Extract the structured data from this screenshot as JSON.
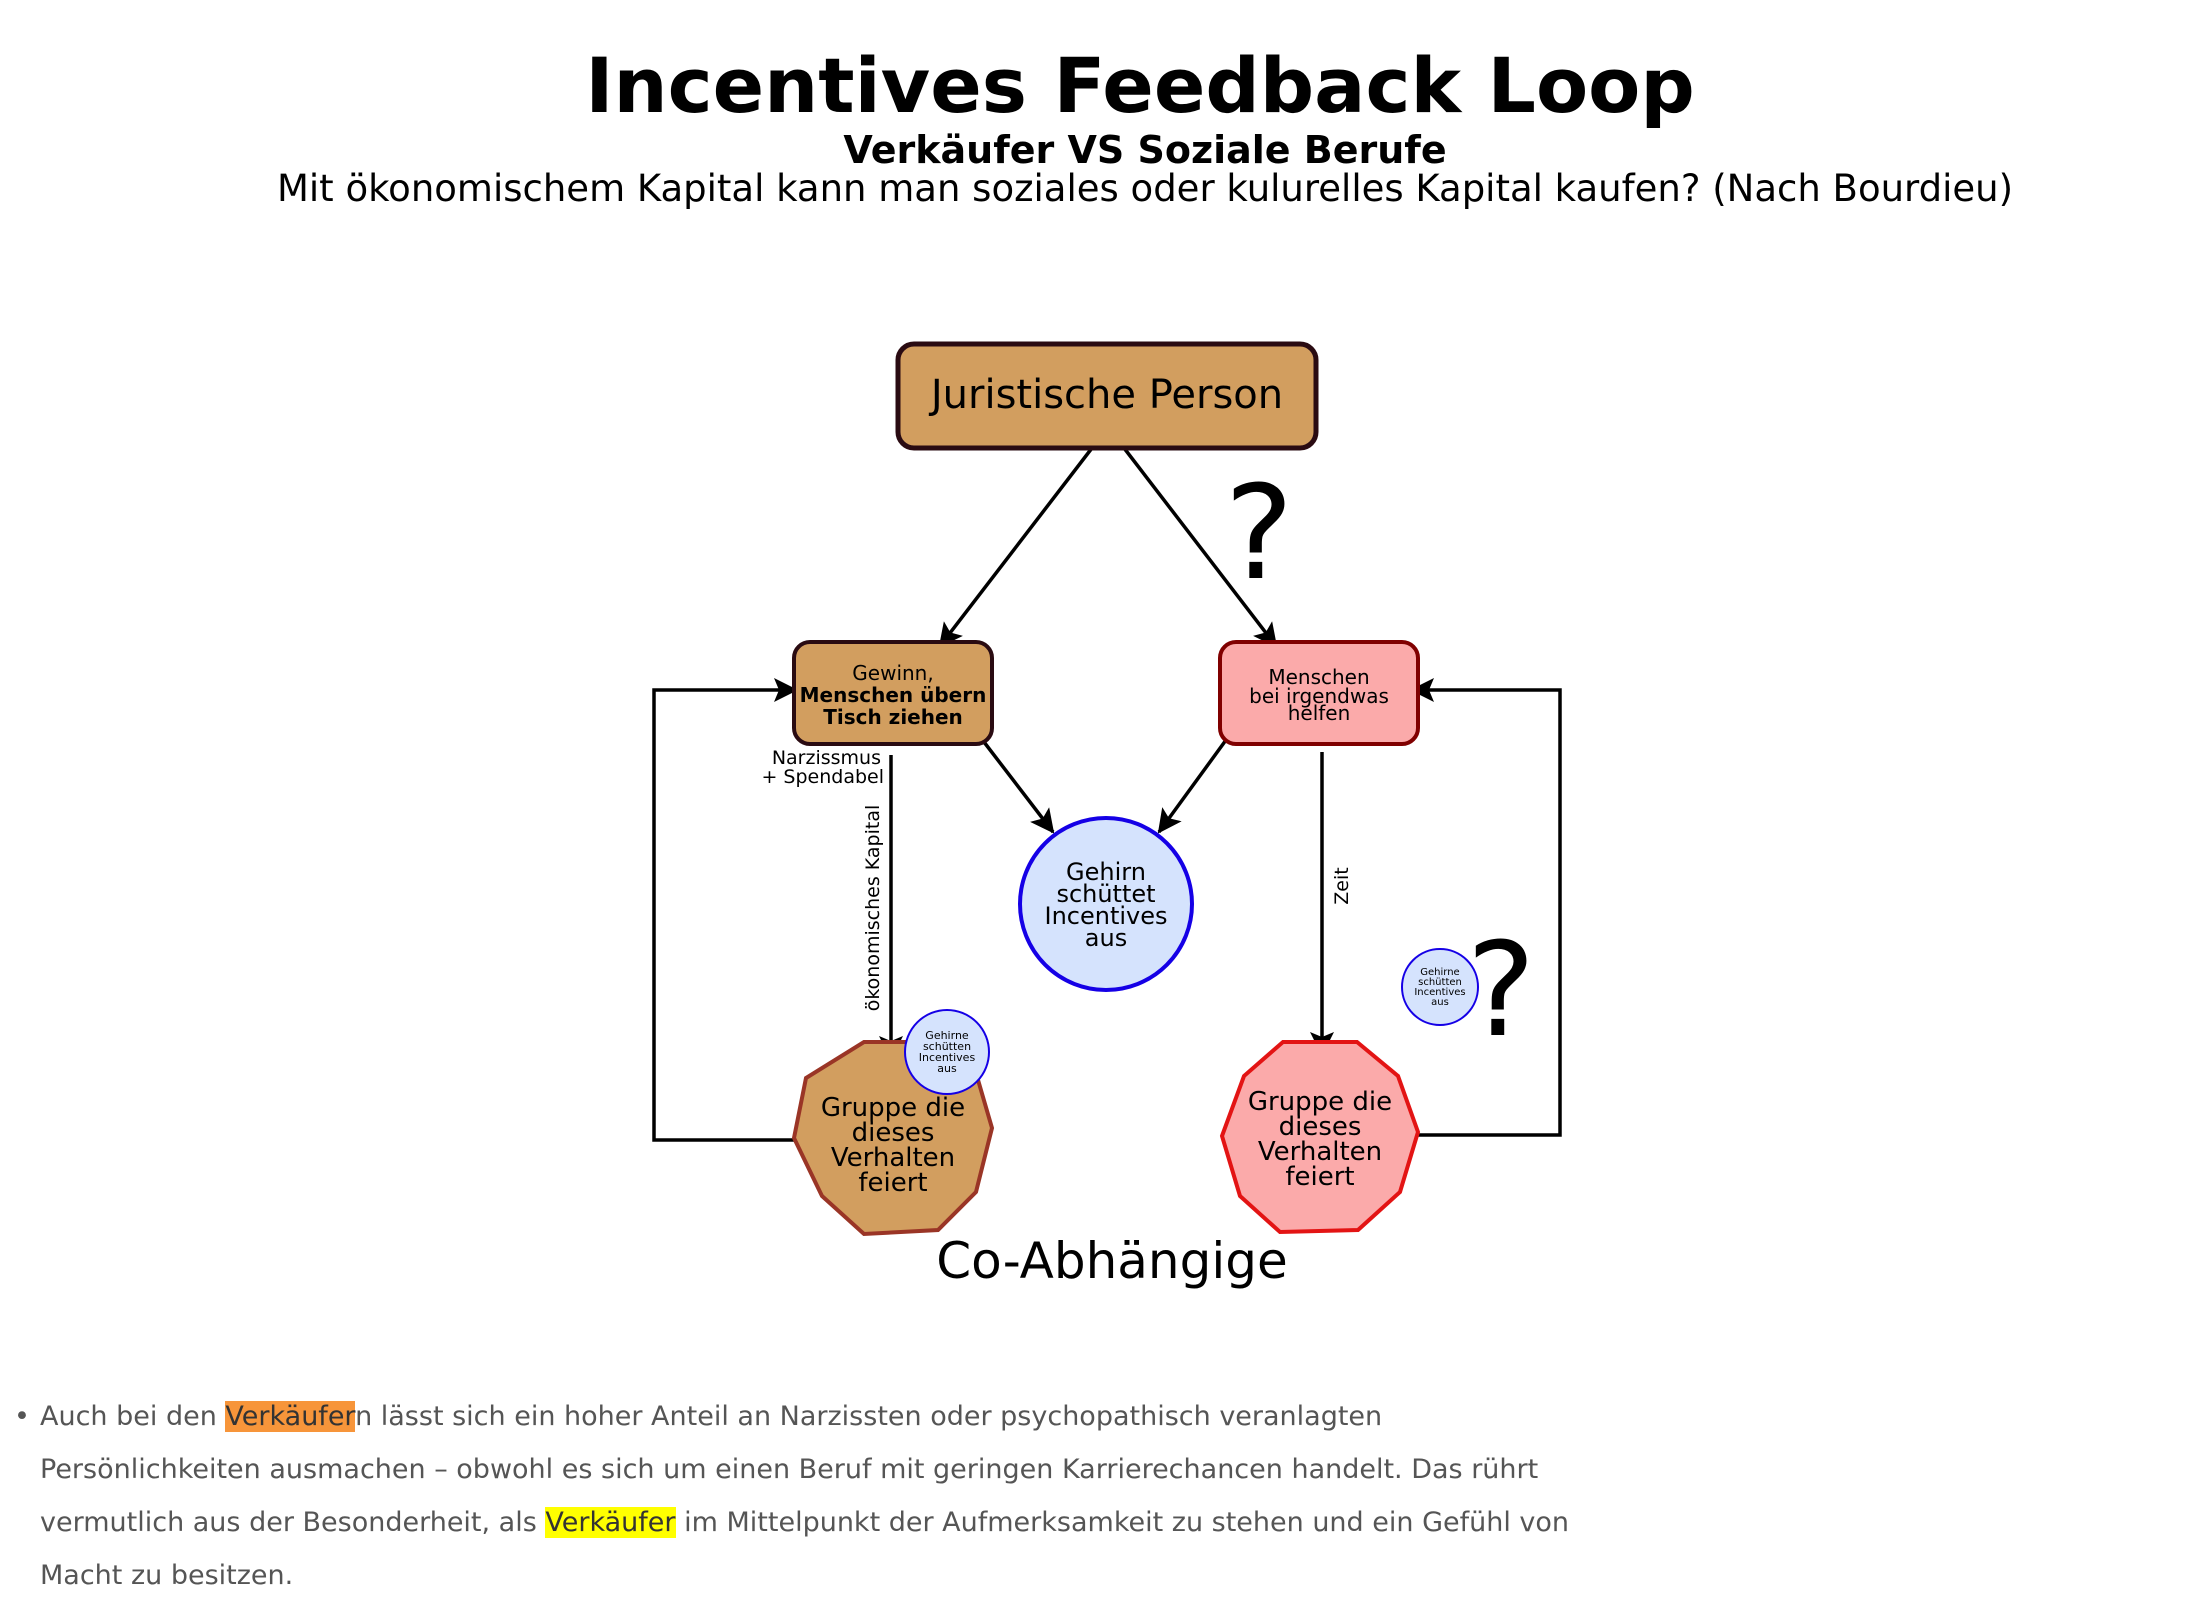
{
  "header": {
    "title": "Incentives Feedback Loop",
    "subtitle": "Verkäufer VS Soziale Berufe",
    "question": "Mit ökonomischem Kapital kann man soziales oder kulurelles Kapital kaufen? (Nach Bourdieu)"
  },
  "nodes": {
    "top": "Juristische Person",
    "left_box": {
      "line1": "Gewinn,",
      "line2": "Menschen übern",
      "line3": "Tisch ziehen"
    },
    "right_box": {
      "line1": "Menschen",
      "line2": "bei irgendwas",
      "line3": "helfen"
    },
    "center_circle": {
      "line1": "Gehirn",
      "line2": "schüttet",
      "line3": "Incentives",
      "line4": "aus"
    },
    "small_circle": {
      "line1": "Gehirne",
      "line2": "schütten",
      "line3": "Incentives",
      "line4": "aus"
    },
    "left_octagon": {
      "line1": "Gruppe die",
      "line2": "dieses",
      "line3": "Verhalten",
      "line4": "feiert"
    },
    "right_octagon": {
      "line1": "Gruppe die",
      "line2": "dieses",
      "line3": "Verhalten",
      "line4": "feiert"
    }
  },
  "labels": {
    "question_mark": "?",
    "narzissmus_1": "Narzissmus",
    "narzissmus_2": "+ Spendabel",
    "kapital": "ökonomisches Kapital",
    "zeit": "Zeit",
    "co_abhaengige": "Co-Abhängige"
  },
  "colors": {
    "tan": "#d29e5f",
    "pink": "#fbaaaa",
    "light_blue": "#d5e3fd",
    "blue_stroke": "#1500e6",
    "red_stroke": "#e31414",
    "brown_stroke": "#9a3526",
    "highlight_orange": "#f7953a",
    "highlight_yellow": "#ffff00"
  },
  "note": {
    "before": "Auch bei den ",
    "hl1": "Verkäufer",
    "mid1": "n lässt sich ein hoher Anteil an Narzissten oder psychopathisch veranlagten Persönlichkeiten ausmachen – obwohl es sich um einen Beruf mit geringen Karrierechancen handelt. Das rührt vermutlich aus der Besonderheit, als ",
    "hl2": "Verkäufer",
    "after": " im Mittelpunkt der Aufmerksamkeit zu stehen und ein Gefühl von Macht zu besitzen."
  }
}
